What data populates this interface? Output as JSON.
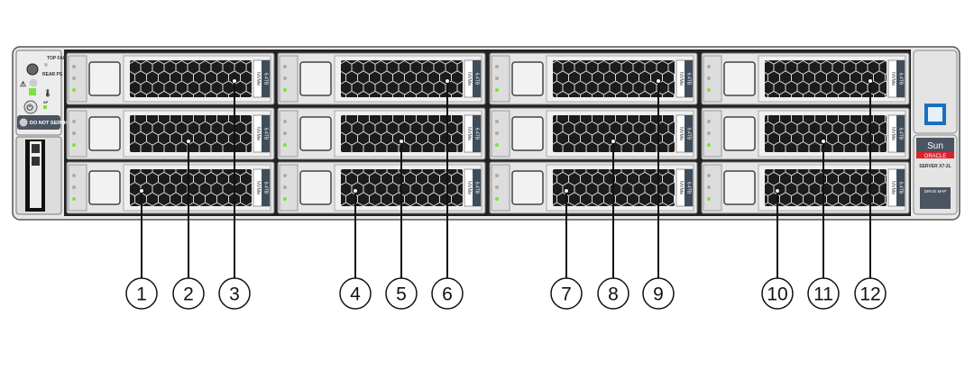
{
  "left_panel": {
    "top_fan": "TOP FAN",
    "rear_ps": "REAR PS",
    "sp": "SP",
    "do_not_service": "DO NOT SERVICE"
  },
  "drive_label": {
    "type": "NVMe",
    "capacity": "6.4TB"
  },
  "right_panel": {
    "brand": "Sun",
    "oracle": "ORACLE",
    "model": "SERVER X7-2L",
    "drive_map": "DRIVE MAP"
  },
  "colors": {
    "chassis": "#e6e6e6",
    "grille": "#1c1c1c",
    "label": "#3f4d5a",
    "led_green": "#7be33a",
    "oracle_red": "#e0202a",
    "intel_blue": "#1a6fc0"
  },
  "callouts": [
    "1",
    "2",
    "3",
    "4",
    "5",
    "6",
    "7",
    "8",
    "9",
    "10",
    "11",
    "12"
  ]
}
